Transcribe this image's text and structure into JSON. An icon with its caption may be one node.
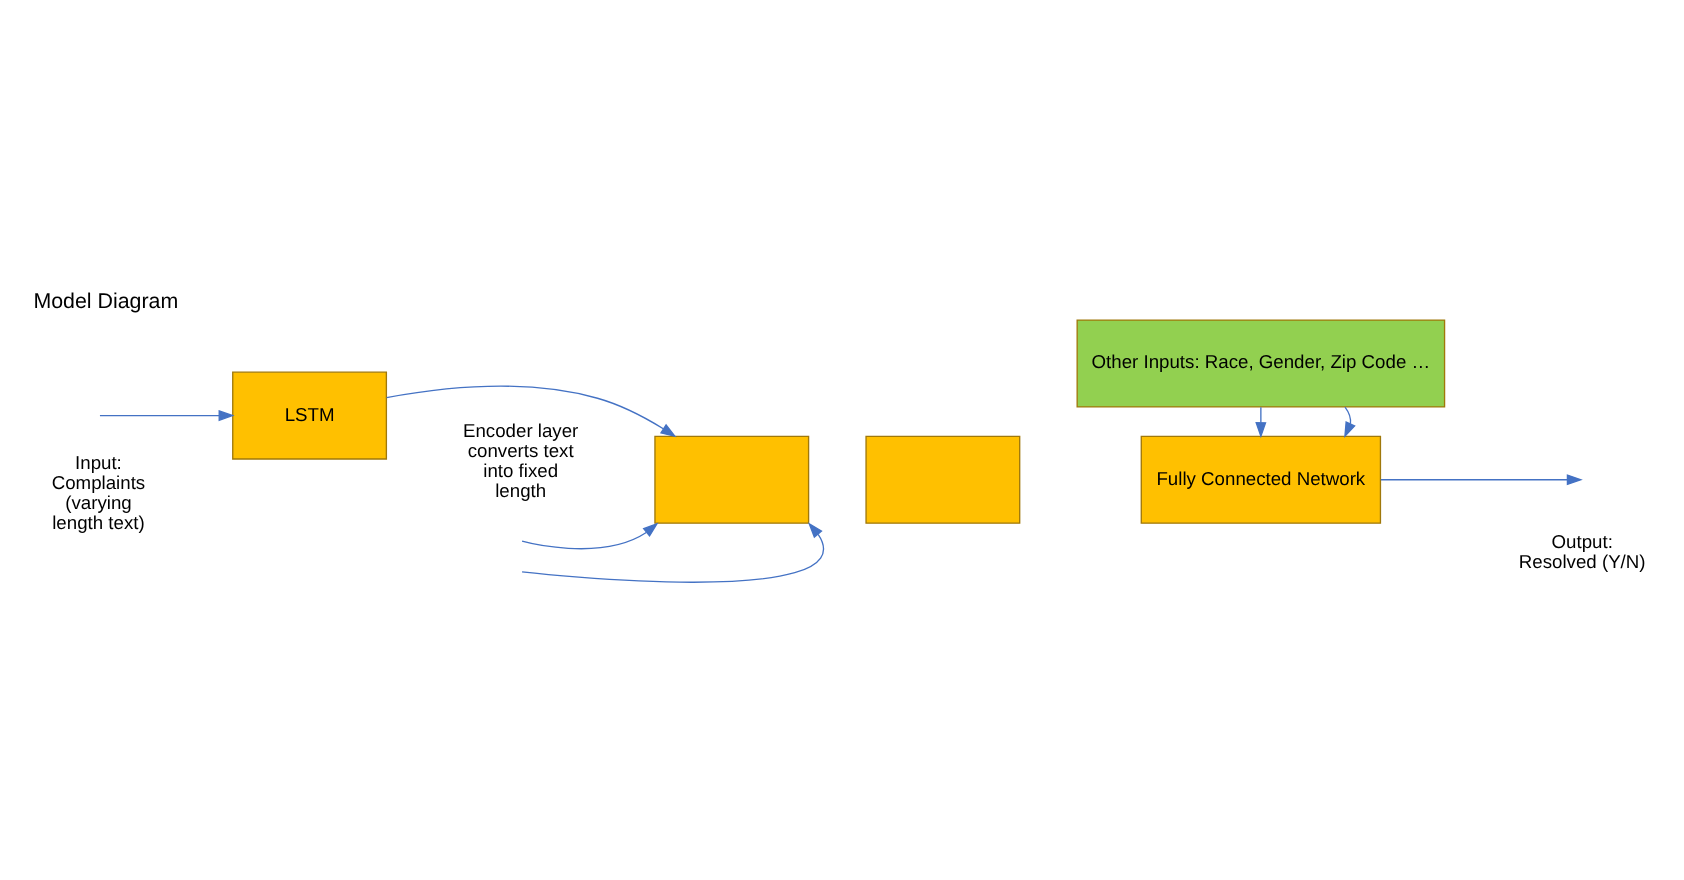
{
  "diagram": {
    "title": "Model Diagram",
    "nodes": [
      {
        "text": [
          "LSTM"
        ]
      },
      {
        "text": [
          "Other Inputs: Race, Gender, Zip Code …"
        ]
      },
      {
        "text": [],
        "shape": "box"
      },
      {
        "text": [],
        "shape": "box"
      },
      {
        "text": [
          "Fully Connected Network"
        ]
      }
    ],
    "edges": [
      {
        "from": null,
        "to": 0,
        "arrow": "to"
      },
      {
        "from": 0,
        "to": 2,
        "arrow": "to"
      },
      {
        "from": 1,
        "to": 4,
        "arrow": "to"
      },
      {
        "from": 1,
        "to": 4,
        "arrow": "to"
      },
      {
        "from": null,
        "to": 2,
        "arrow": "to"
      },
      {
        "from": null,
        "to": 2,
        "arrow": "to"
      },
      {
        "from": 4,
        "to": null,
        "arrow": "to"
      }
    ],
    "labels": [
      "Input: Complaints (varying length text)",
      "Encoder layer converts text into fixed length",
      "Output: Resolved (Y/N)"
    ]
  }
}
